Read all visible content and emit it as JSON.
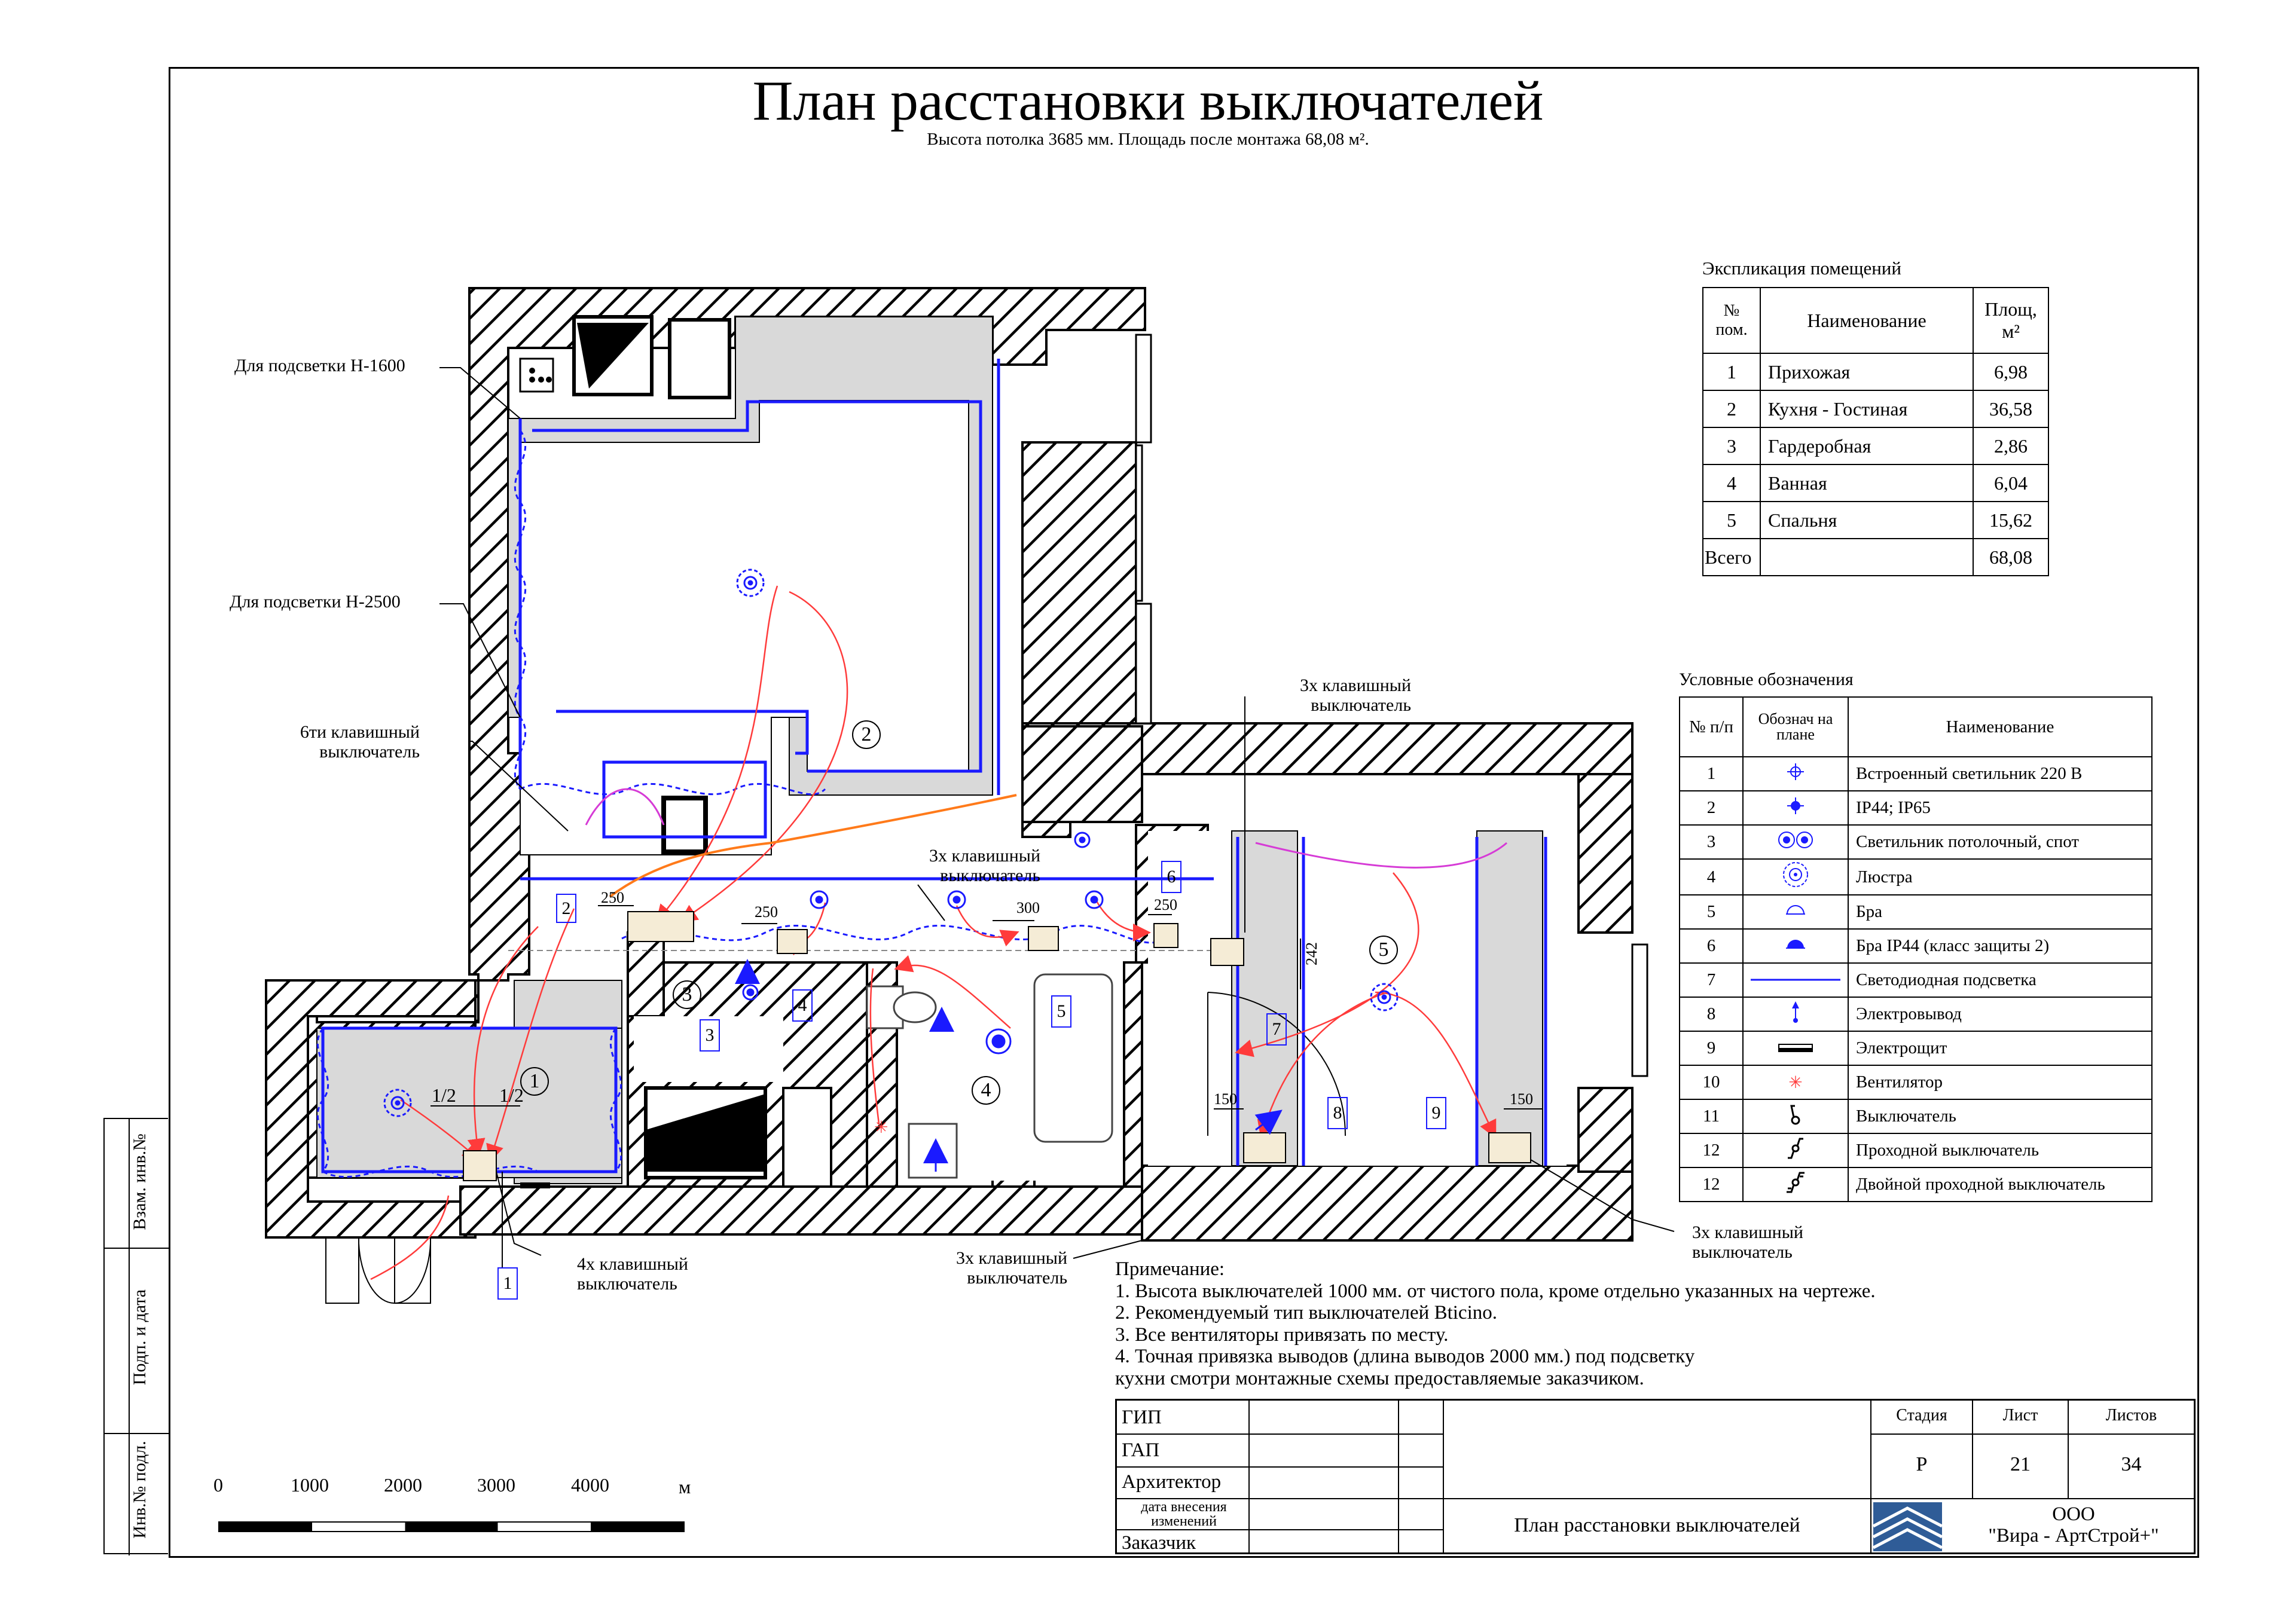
{
  "header": {
    "title": "План расстановки выключателей",
    "subtitle": "Высота потолка 3685 мм. Площадь после монтажа 68,08 м²."
  },
  "callouts": {
    "backlight_1600": "Для подсветки Н-1600",
    "backlight_2500": "Для подсветки Н-2500",
    "switch6_line1": "6ти клавишный",
    "switch6_line2": "выключатель",
    "switch3_top_line1": "3х клавишный",
    "switch3_top_line2": "выключатель",
    "switch3_mid_line1": "3х клавишный",
    "switch3_mid_line2": "выключатель",
    "switch4_line1": "4х клавишный",
    "switch4_line2": "выключатель",
    "switch3_bottom_line1": "3х клавишный",
    "switch3_bottom_line2": "выключатель",
    "switch3_right_line1": "3х клавишный",
    "switch3_right_line2": "выключатель"
  },
  "plan": {
    "room_numbers": [
      "1",
      "2",
      "3",
      "4",
      "5"
    ],
    "tags": [
      "1",
      "2",
      "3",
      "4",
      "5",
      "6",
      "7",
      "8",
      "9"
    ],
    "dims": [
      "250",
      "250",
      "300",
      "250",
      "242",
      "150",
      "150",
      "1/2",
      "1/2"
    ]
  },
  "explication": {
    "title": "Экспликация помещений",
    "headers": [
      "№ пом.",
      "Наименование",
      "Площ, м²"
    ],
    "rows": [
      {
        "num": "1",
        "name": "Прихожая",
        "area": "6,98"
      },
      {
        "num": "2",
        "name": "Кухня - Гостиная",
        "area": "36,58"
      },
      {
        "num": "3",
        "name": "Гардеробная",
        "area": "2,86"
      },
      {
        "num": "4",
        "name": "Ванная",
        "area": "6,04"
      },
      {
        "num": "5",
        "name": "Спальня",
        "area": "15,62"
      }
    ],
    "total_label": "Всего",
    "total_area": "68,08"
  },
  "legend": {
    "title": "Условные обозначения",
    "headers": [
      "№ п/п",
      "Обознач на плане",
      "Наименование"
    ],
    "rows": [
      {
        "num": "1",
        "name": "Встроенный  светильник 220 В",
        "icon": "recessed-light-icon"
      },
      {
        "num": "2",
        "name": "IP44; IP65",
        "icon": "ip44-light-icon"
      },
      {
        "num": "3",
        "name": "Светильник потолочный, спот",
        "icon": "spot-light-icon"
      },
      {
        "num": "4",
        "name": "Люстра",
        "icon": "chandelier-icon"
      },
      {
        "num": "5",
        "name": "Бра",
        "icon": "sconce-icon"
      },
      {
        "num": "6",
        "name": "Бра IP44 (класс защиты 2)",
        "icon": "sconce-ip44-icon"
      },
      {
        "num": "7",
        "name": "Светодиодная подсветка",
        "icon": "led-strip-icon"
      },
      {
        "num": "8",
        "name": "Электровывод",
        "icon": "electric-outlet-icon"
      },
      {
        "num": "9",
        "name": "Электрощит",
        "icon": "electric-panel-icon"
      },
      {
        "num": "10",
        "name": "Вентилятор",
        "icon": "fan-icon"
      },
      {
        "num": "11",
        "name": "Выключатель",
        "icon": "switch-icon"
      },
      {
        "num": "12",
        "name": "Проходной выключатель",
        "icon": "pass-switch-icon"
      },
      {
        "num": "12",
        "name": "Двойной проходной выключатель",
        "icon": "double-pass-switch-icon"
      }
    ]
  },
  "notes": {
    "title": "Примечание:",
    "lines": [
      "1. Высота выключателей 1000 мм. от чистого пола, кроме отдельно указанных на чертеже.",
      "2. Рекомендуемый тип выключателей Bticino.",
      "3. Все вентиляторы привязать по месту.",
      "4. Точная привязка выводов (длина выводов 2000 мм.) под подсветку",
      "кухни смотри монтажные схемы предоставляемые заказчиком."
    ]
  },
  "scale": {
    "ticks": [
      "0",
      "1000",
      "2000",
      "3000",
      "4000"
    ],
    "unit": "м"
  },
  "side_stamp": {
    "cells": [
      "Инв.№ подл.",
      "Подп. и дата",
      "Взам. инв.№"
    ]
  },
  "title_block": {
    "roles": [
      "ГИП",
      "ГАП",
      "Архитектор",
      "дата внесения изменений",
      "Заказчик"
    ],
    "stage_label": "Стадия",
    "sheet_label": "Лист",
    "sheets_label": "Листов",
    "stage": "Р",
    "sheet": "21",
    "sheets": "34",
    "drawing_name": "План расстановки выключателей",
    "company_line1": "ООО",
    "company_line2": "\"Вира - АртСтрой+\""
  },
  "colors": {
    "wall_hatch": "#000000",
    "led": "#1a1aff",
    "wire": "#ff3b3b",
    "magenta": "#d63bd6",
    "orange": "#ff7a1a",
    "zone_fill": "#d9d9d9"
  }
}
